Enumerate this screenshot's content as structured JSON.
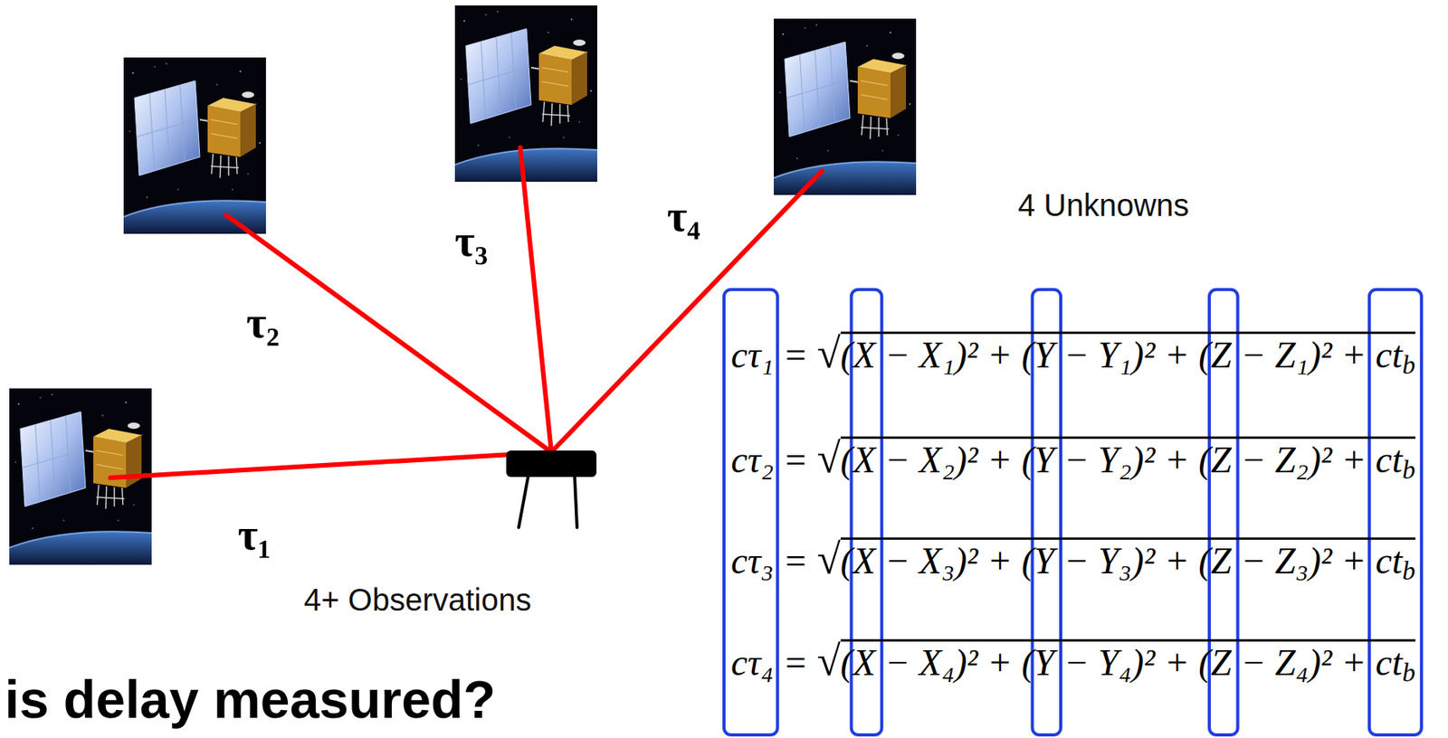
{
  "diagram": {
    "labels": [
      "τ₃",
      "τ₄",
      "4 Unknowns",
      "τ₂",
      "cτ₁ = √(X − X₁)² + (Y − Y₁)² + (Z − Z₁)² + ctb",
      "cτ₂ = √(X − X₂)² + (Y − Y₂)² + (Z − Z₂)² + ctb",
      "cτ₃ = √(X − X₃)² + (Y − Y₃)² + (Z − Z₃)² + ctb",
      "cτ₄ = √(X − X₄)² + (Y − Y₄)² + (Z − Z₄)² + ctb",
      "τ₁",
      "4+ Observations",
      "is delay measured?"
    ]
  }
}
